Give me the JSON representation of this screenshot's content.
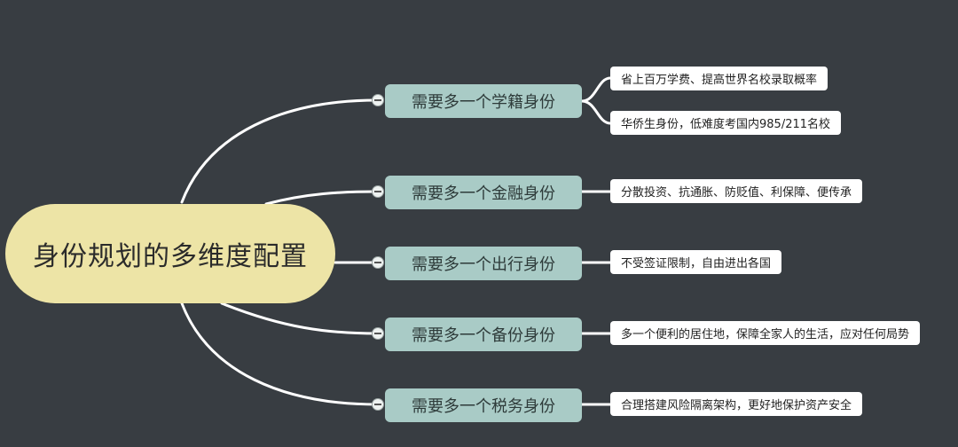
{
  "root": {
    "label": "身份规划的多维度配置"
  },
  "branches": [
    {
      "label": "需要多一个学籍身份",
      "leaves": [
        "省上百万学费、提高世界名校录取概率",
        "华侨生身份，低难度考国内985/211名校"
      ]
    },
    {
      "label": "需要多一个金融身份",
      "leaves": [
        "分散投资、抗通胀、防贬值、利保障、便传承"
      ]
    },
    {
      "label": "需要多一个出行身份",
      "leaves": [
        "不受签证限制，自由进出各国"
      ]
    },
    {
      "label": "需要多一个备份身份",
      "leaves": [
        "多一个便利的居住地，保障全家人的生活，应对任何局势"
      ]
    },
    {
      "label": "需要多一个税务身份",
      "leaves": [
        "合理搭建风险隔离架构，更好地保护资产安全"
      ]
    }
  ],
  "colors": {
    "background": "#383d42",
    "root": "#ede4a6",
    "branch": "#a9cbc6",
    "leaf": "#ffffff",
    "line": "#ffffff"
  }
}
